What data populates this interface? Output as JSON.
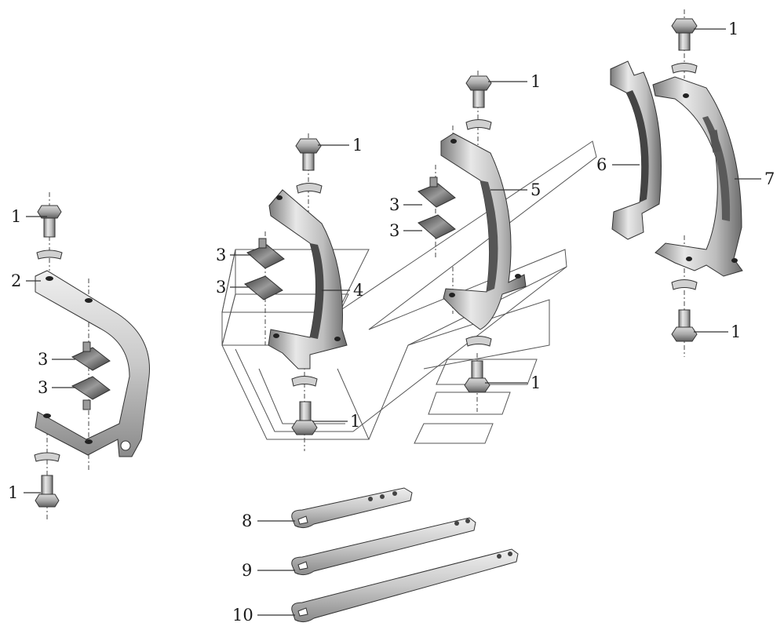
{
  "callouts": [
    {
      "id": "c1a",
      "label": "1"
    },
    {
      "id": "c1b",
      "label": "1"
    },
    {
      "id": "c1c",
      "label": "1"
    },
    {
      "id": "c1d",
      "label": "1"
    },
    {
      "id": "c1e",
      "label": "1"
    },
    {
      "id": "c1f",
      "label": "1"
    },
    {
      "id": "c1g",
      "label": "1"
    },
    {
      "id": "c1h",
      "label": "1"
    },
    {
      "id": "c2",
      "label": "2"
    },
    {
      "id": "c3a",
      "label": "3"
    },
    {
      "id": "c3b",
      "label": "3"
    },
    {
      "id": "c3c",
      "label": "3"
    },
    {
      "id": "c3d",
      "label": "3"
    },
    {
      "id": "c3e",
      "label": "3"
    },
    {
      "id": "c3f",
      "label": "3"
    },
    {
      "id": "c4",
      "label": "4"
    },
    {
      "id": "c5",
      "label": "5"
    },
    {
      "id": "c6",
      "label": "6"
    },
    {
      "id": "c7",
      "label": "7"
    },
    {
      "id": "c8",
      "label": "8"
    },
    {
      "id": "c9",
      "label": "9"
    },
    {
      "id": "c10",
      "label": "10"
    }
  ],
  "colors": {
    "metal_light": "#e6e6e6",
    "metal_mid": "#b8b8b8",
    "metal_dark": "#6e6e6e",
    "ink": "#1a1a1a"
  }
}
